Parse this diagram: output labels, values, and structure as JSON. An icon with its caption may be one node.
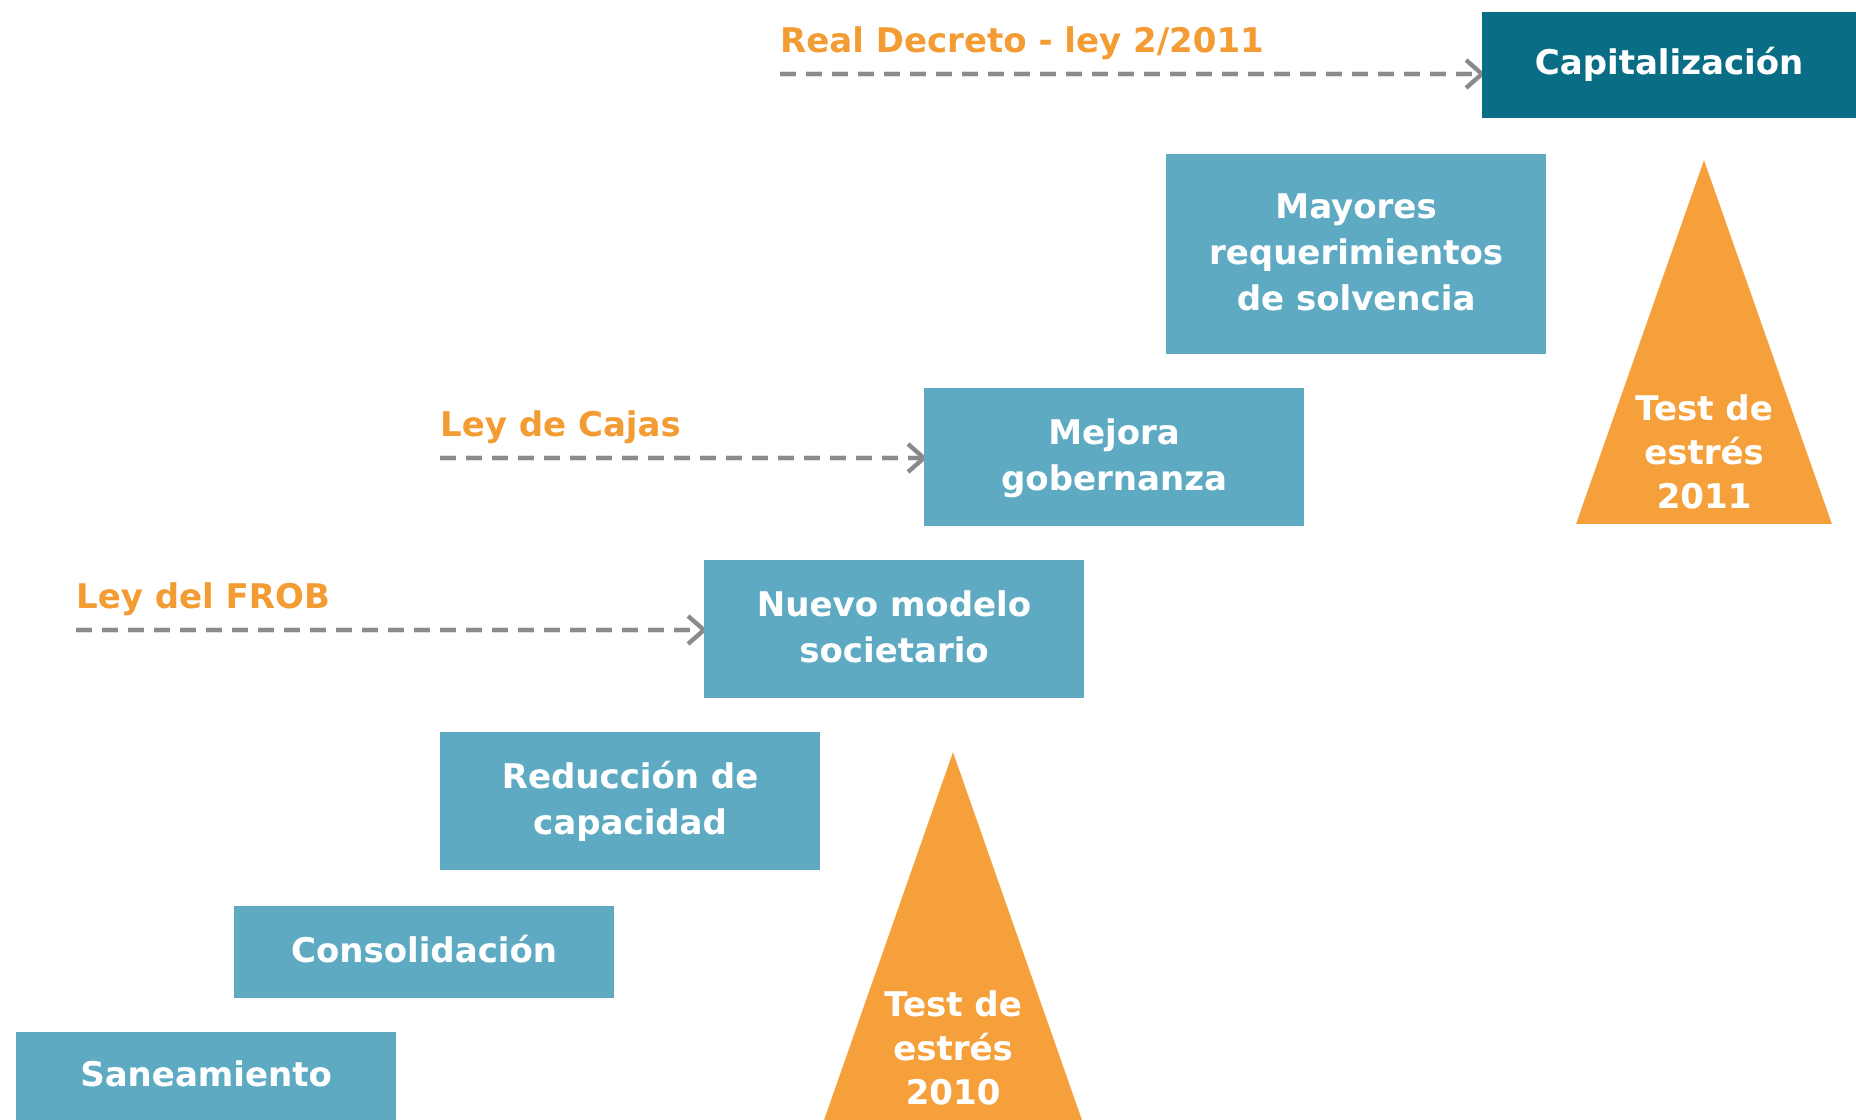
{
  "diagram": {
    "nodes": [
      {
        "text": [
          "Real Decreto - ley 2/2011"
        ]
      },
      {
        "text": [
          "Capitalización"
        ]
      },
      {
        "text": [
          "Mayores requerimientos de solvencia"
        ]
      },
      {
        "text": [
          "Test de estrés 2011"
        ]
      },
      {
        "text": [
          "Ley de Cajas"
        ]
      },
      {
        "text": [
          "Mejora gobernanza"
        ]
      },
      {
        "text": [
          "Ley del FROB"
        ]
      },
      {
        "text": [
          "Nuevo modelo societario"
        ]
      },
      {
        "text": [
          "Reducción de capacidad"
        ]
      },
      {
        "text": [
          "Test de estrés 2010"
        ]
      },
      {
        "text": [
          "Consolidación"
        ]
      },
      {
        "text": [
          "Saneamiento"
        ]
      }
    ],
    "edges": [
      {
        "from": 0,
        "to": 1,
        "arrow": "to",
        "style": "dashed"
      },
      {
        "from": 4,
        "to": 5,
        "arrow": "to",
        "style": "dashed"
      },
      {
        "from": 6,
        "to": 7,
        "arrow": "to",
        "style": "dashed"
      }
    ]
  }
}
